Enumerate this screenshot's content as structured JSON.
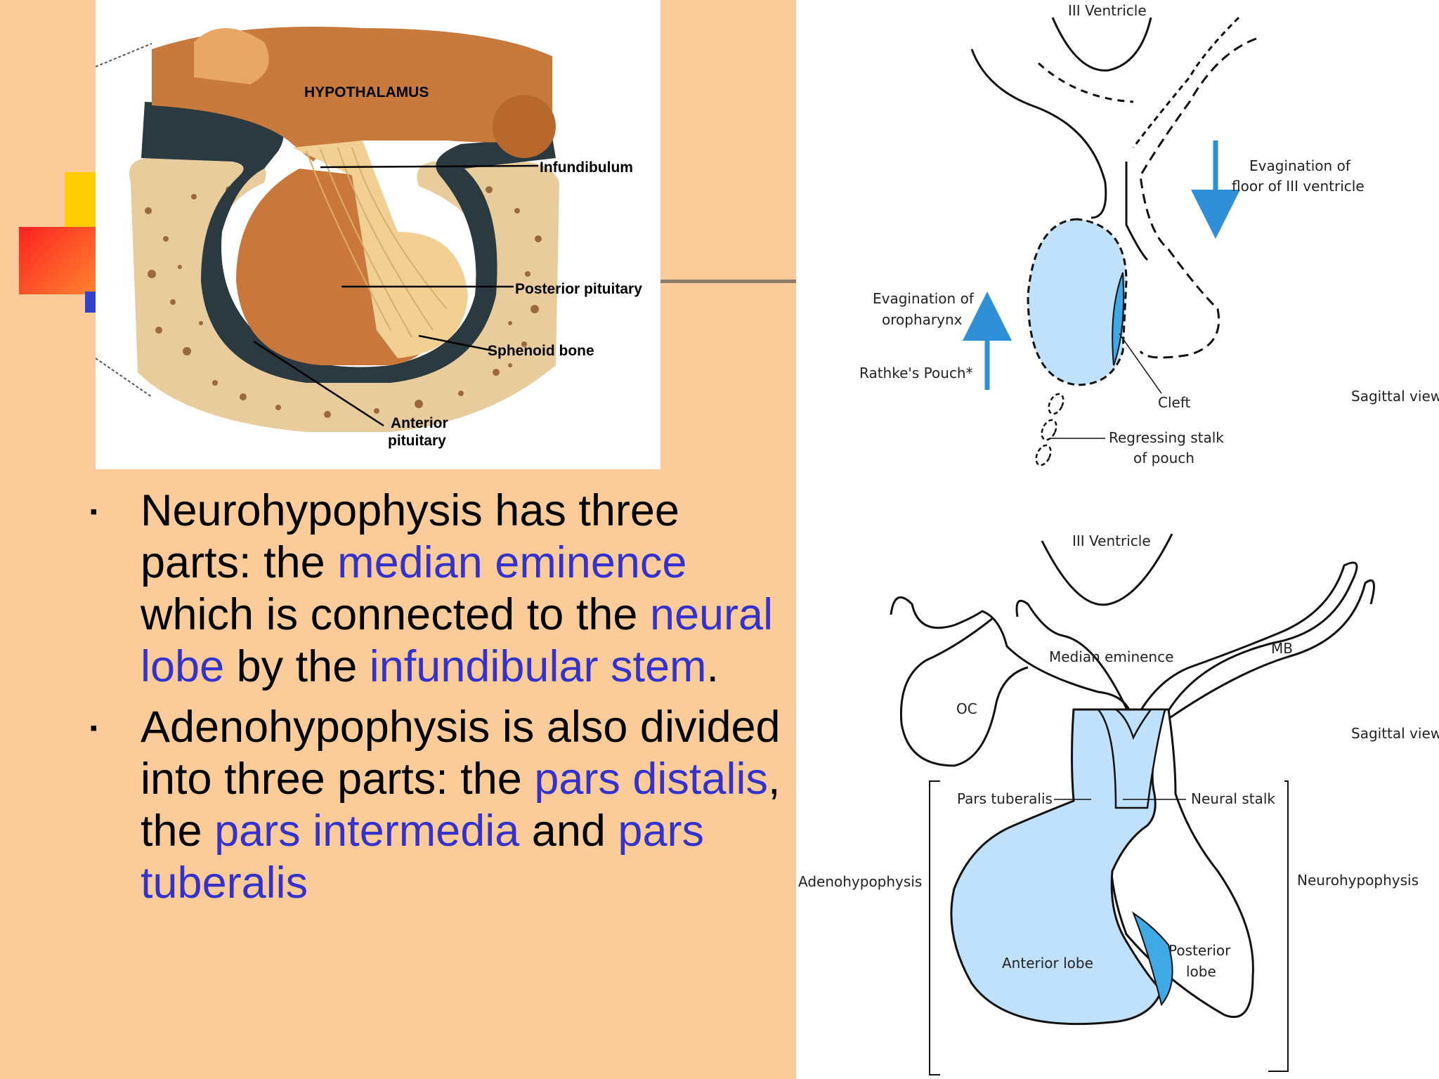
{
  "illustration": {
    "labels": {
      "hypothalamus": "HYPOTHALAMUS",
      "infundibulum": "Infundibulum",
      "posterior": "Posterior pituitary",
      "sphenoid": "Sphenoid bone",
      "anterior_1": "Anterior",
      "anterior_2": "pituitary"
    }
  },
  "bullets": {
    "b1": {
      "t1": "Neurohypophysis has three parts: the ",
      "h1": "median eminence",
      "t2": " which is connected to the ",
      "h2": "neural lobe",
      "t3": " by the ",
      "h3": "infundibular stem",
      "t4": "."
    },
    "b2": {
      "t1": "Adenohypophysis is also divided into three parts: the ",
      "h1": "pars distalis",
      "t2": ", the ",
      "h2": "pars intermedia",
      "t3": " and ",
      "h3": "pars tuberalis"
    }
  },
  "top_diagram": {
    "ventricle": "III Ventricle",
    "evag_floor_1": "Evagination of",
    "evag_floor_2": "floor of III ventricle",
    "evag_oro_1": "Evagination of",
    "evag_oro_2": "oropharynx",
    "rathke": "Rathke's Pouch*",
    "cleft": "Cleft",
    "sagittal": "Sagittal view",
    "regress_1": "Regressing stalk",
    "regress_2": "of pouch"
  },
  "bottom_diagram": {
    "ventricle": "III Ventricle",
    "median": "Median eminence",
    "mb": "MB",
    "oc": "OC",
    "sagittal": "Sagittal view",
    "pars_tuberalis": "Pars tuberalis",
    "neural_stalk": "Neural stalk",
    "adeno": "Adenohypophysis",
    "neuro": "Neurohypophysis",
    "anterior": "Anterior lobe",
    "posterior_1": "Posterior",
    "posterior_2": "lobe"
  },
  "colors": {
    "slide_bg": "#fccb9a",
    "highlight": "#3333cc",
    "diagram_fill": "#bfe1fb",
    "diagram_accent": "#3fa9e6",
    "arrow": "#2e8fd6"
  }
}
